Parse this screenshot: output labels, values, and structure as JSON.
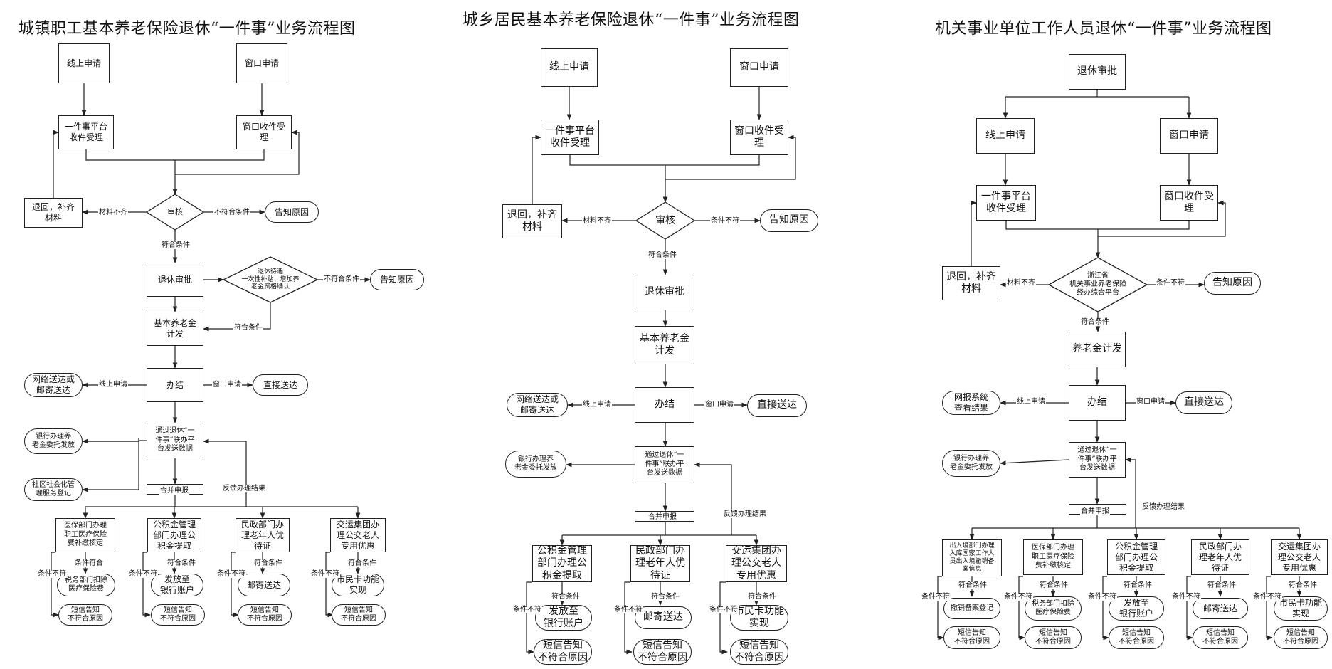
{
  "titles": [
    "城镇职工基本养老保险退休“一件事”业务流程图",
    "城乡居民基本养老保险退休“一件事”业务流程图",
    "机关事业单位工作人员退休“一件事”业务流程图"
  ],
  "d1": {
    "n1": "线上申请",
    "n2": "窗口申请",
    "n3": "一件事平台\n收件受理",
    "n4": "窗口收件受\n理",
    "n5": "退回，补齐\n材料",
    "n6": "审核",
    "n7": "告知原因",
    "n8": "退休审批",
    "n9": "退休待遇\n一次性补贴、增加养\n老金资格确认",
    "n10": "告知原因",
    "n11": "基本养老金\n计发",
    "n12": "办结",
    "n13": "网络送达或\n邮寄送达",
    "n14": "直接送达",
    "n15": "通过退休“一\n件事”联办平\n台发送数据",
    "n16": "银行办理养\n老金委托发放",
    "n17": "社区社会化管\n理服务登记",
    "n18": "医保部门办理\n职工医疗保险\n费补缴核定",
    "n19": "公积金管理\n部门办理公\n积金提取",
    "n20": "民政部门办\n理老年人优\n待证",
    "n21": "交运集团办\n理公交老人\n专用优惠",
    "n22": "税务部门扣除\n医疗保险费",
    "n23": "发放至\n银行账户",
    "n24": "邮寄送达",
    "n25": "市民卡功能\n实现",
    "n26": "短信告知\n不符合原因",
    "n27": "短信告知\n不符合原因",
    "n28": "短信告知\n不符合原因",
    "n29": "短信告知\n不符合原因",
    "l1": "材料不齐",
    "l2": "不符合条件",
    "l3": "符合条件",
    "l4": "不符合条件",
    "l5": "符合条件",
    "l6": "线上申请",
    "l7": "窗口申请",
    "l8": "合并申报",
    "l9": "反馈办理结果",
    "l10": "条件符合",
    "l11": "条件不符",
    "l12": "符合条件",
    "l13": "条件不符",
    "l14": "符合条件",
    "l15": "条件不符",
    "l16": "符合条件",
    "l17": "条件不符"
  },
  "d2": {
    "n1": "线上申请",
    "n2": "窗口申请",
    "n3": "一件事平台\n收件受理",
    "n4": "窗口收件受\n理",
    "n5": "退回，补齐\n材料",
    "n6": "审核",
    "n7": "告知原因",
    "n8": "退休审批",
    "n9": "基本养老金\n计发",
    "n10": "办结",
    "n11": "网络送达或\n邮寄送达",
    "n12": "直接送达",
    "n13": "通过退休“一\n件事”联办平\n台发送数据",
    "n14": "银行办理养\n老金委托发放",
    "n15": "公积金管理\n部门办理公\n积金提取",
    "n16": "民政部门办\n理老年人优\n待证",
    "n17": "交运集团办\n理公交老人\n专用优惠",
    "n18": "发放至\n银行账户",
    "n19": "邮寄送达",
    "n20": "市民卡功能\n实现",
    "n21": "短信告知\n不符合原因",
    "n22": "短信告知\n不符合原因",
    "n23": "短信告知\n不符合原因",
    "l1": "材料不齐",
    "l2": "条件不符",
    "l3": "符合条件",
    "l4": "线上申请",
    "l5": "窗口申请",
    "l6": "合并申报",
    "l7": "反馈办理结果",
    "l8": "符合条件",
    "l9": "条件不符",
    "l10": "符合条件",
    "l11": "条件不符",
    "l12": "符合条件",
    "l13": "条件不符"
  },
  "d3": {
    "n0": "退休审批",
    "n1": "线上申请",
    "n2": "窗口申请",
    "n3": "一件事平台\n收件受理",
    "n4": "窗口收件受\n理",
    "n5": "退回，补齐\n材料",
    "n6": "浙江省\n机关事业养老保险\n经办综合平台",
    "n7": "告知原因",
    "n8": "养老金计发",
    "n9": "办结",
    "n10": "网报系统\n查看结果",
    "n11": "直接送达",
    "n12": "通过退休“一\n件事”联办平\n台发送数据",
    "n13": "银行办理养\n老金委托发放",
    "n14": "出入境部门办理\n入库国家工作人\n员出入境撤销备\n案信息",
    "n15": "医保部门办理\n职工医疗保险\n费补缴核定",
    "n16": "公积金管理\n部门办理公\n积金提取",
    "n17": "民政部门办\n理老年人优\n待证",
    "n18": "交运集团办\n理公交老人\n专用优惠",
    "n19": "撤销备案登记",
    "n20": "税务部门扣除\n医疗保险费",
    "n21": "发放至\n银行账户",
    "n22": "邮寄送达",
    "n23": "市民卡功能\n实现",
    "n24": "短信告知\n不符合原因",
    "n25": "短信告知\n不符合原因",
    "n26": "短信告知\n不符合原因",
    "n27": "短信告知\n不符合原因",
    "n28": "短信告知\n不符合原因",
    "l1": "材料不齐",
    "l2": "条件不符",
    "l3": "符合条件",
    "l4": "线上申请",
    "l5": "窗口申请",
    "l6": "合并申报",
    "l7": "反馈办理结果",
    "l8": "符合条件",
    "l9": "条件不符",
    "l10": "符合条件",
    "l11": "条件不符",
    "l12": "符合条件",
    "l13": "条件不符",
    "l14": "符合条件",
    "l15": "条件不符",
    "l16": "符合条件",
    "l17": "条件不符"
  }
}
